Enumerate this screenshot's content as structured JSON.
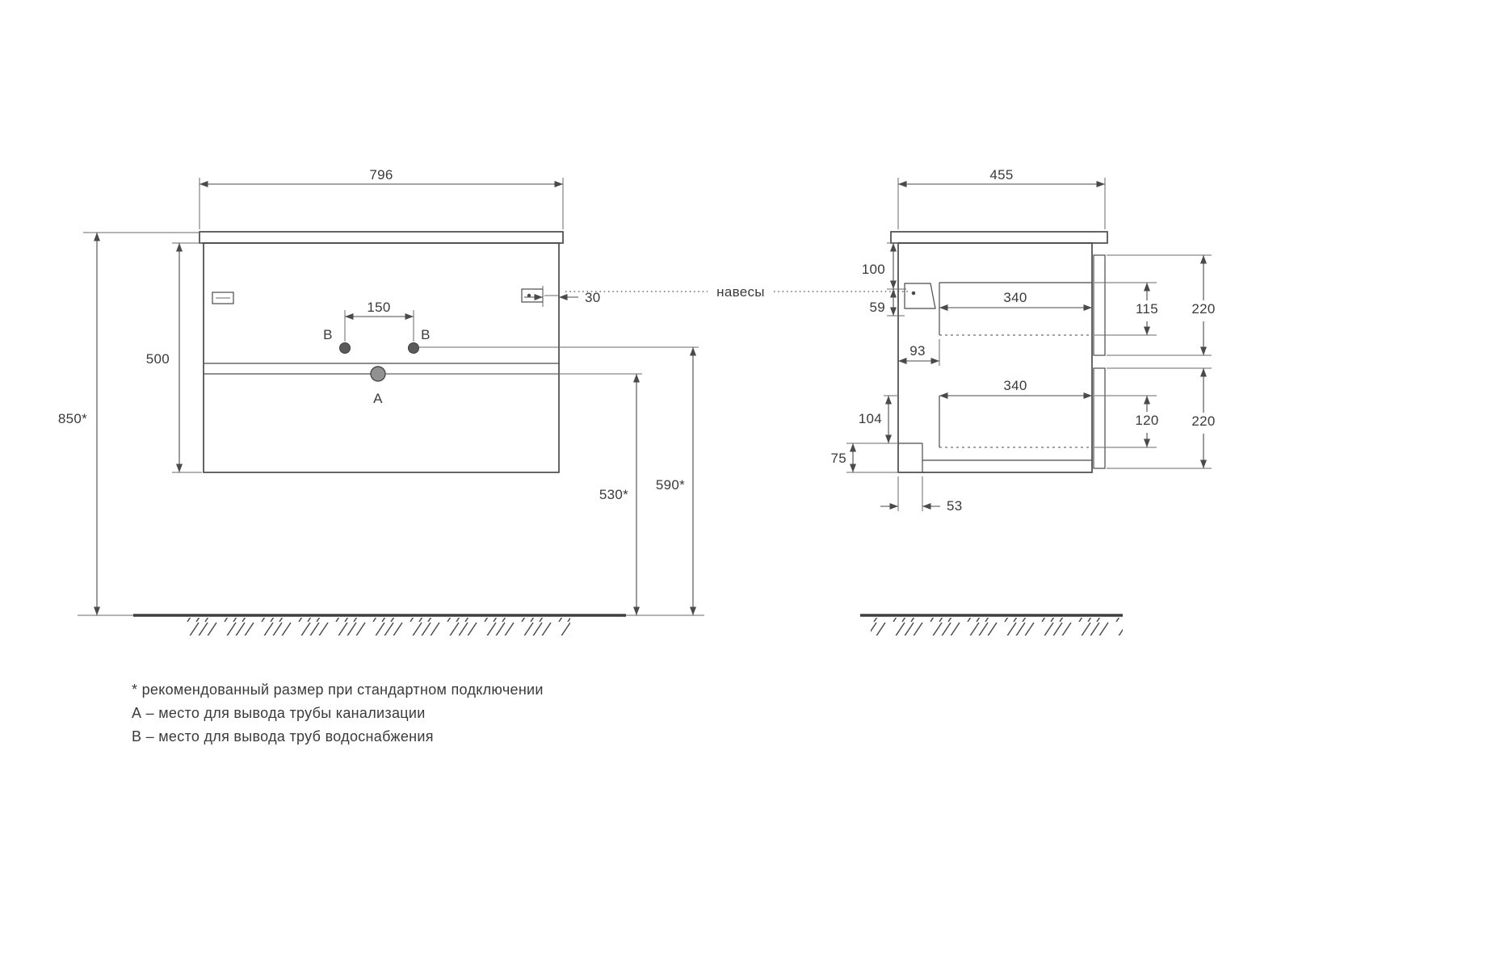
{
  "front_view": {
    "dims": {
      "width": "796",
      "height": "500",
      "mount_height": "850*",
      "outlet_spacing": "150",
      "bracket_offset": "30",
      "drain_outlet_height": "530*",
      "water_outlet_height": "590*"
    },
    "labels": {
      "drain": "А",
      "water_left": "В",
      "water_right": "В"
    }
  },
  "side_view": {
    "dims": {
      "depth": "455",
      "top_offset": "100",
      "bracket_height": "59",
      "bracket_depth": "93",
      "drawer_top_depth": "340",
      "drawer_top_side_height": "115",
      "drawer_top_front_height": "220",
      "drawer_bottom_depth": "340",
      "drawer_bottom_side_height": "120",
      "drawer_bottom_front_height": "220",
      "recess_top_offset": "104",
      "recess_height": "75",
      "recess_depth": "53"
    }
  },
  "annotations": {
    "hangers_label": "навесы"
  },
  "notes": [
    "* рекомендованный размер при стандартном подключении",
    "А – место для вывода трубы канализации",
    "В – место для вывода труб водоснабжения"
  ],
  "colors": {
    "line": "#4a4a4a",
    "text": "#3a3a3a",
    "background": "#ffffff"
  }
}
